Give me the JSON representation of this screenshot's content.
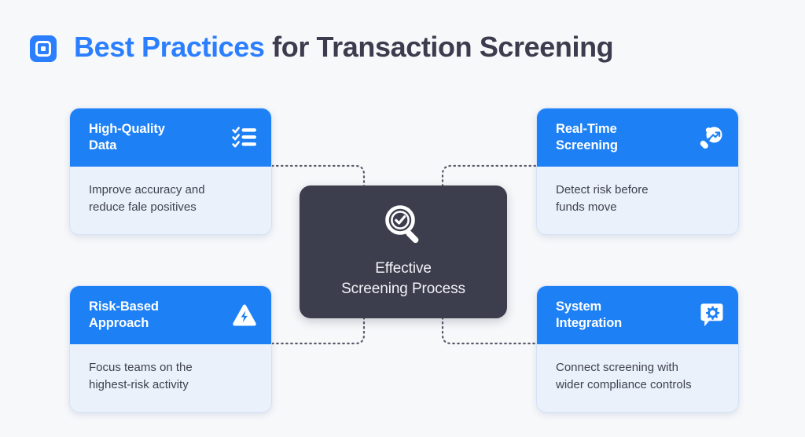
{
  "header": {
    "logo_icon": "square-in-square-logo-icon",
    "title_accent": "Best Practices",
    "title_rest": " for Transaction Screening"
  },
  "hub": {
    "icon": "magnifier-check-icon",
    "label": "Effective\nScreening Process",
    "background_color": "#3c3d4d",
    "text_color": "#f2f3f6"
  },
  "colors": {
    "page_background": "#f7f8fa",
    "brand_blue": "#2b7fff",
    "card_header_blue": "#1d80f5",
    "card_body_blue": "#eaf1fb",
    "title_dark": "#3b3c4e",
    "body_text": "#40414f",
    "connector_dots": "#595a6b"
  },
  "cards": [
    {
      "position": "top-left",
      "title": "High-Quality\nData",
      "body": "Improve accuracy and\nreduce fale positives",
      "icon": "checklist-icon"
    },
    {
      "position": "top-right",
      "title": "Real-Time\nScreening",
      "body": "Detect risk before\nfunds move",
      "icon": "magnifier-trend-arrow-icon"
    },
    {
      "position": "bottom-left",
      "title": "Risk-Based\nApproach",
      "body": "Focus teams on the\nhighest-risk activity",
      "icon": "warning-triangle-bolt-icon"
    },
    {
      "position": "bottom-right",
      "title": "System\nIntegration",
      "body": "Connect screening with\nwider compliance controls",
      "icon": "speech-bubble-gear-icon"
    }
  ]
}
